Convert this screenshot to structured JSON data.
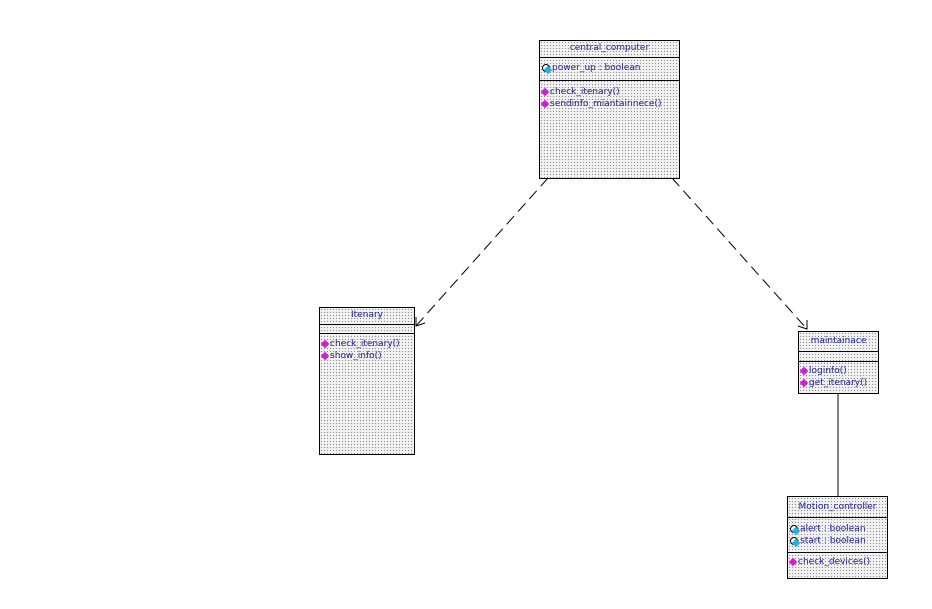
{
  "classes": {
    "central_computer": {
      "name": "central_computer",
      "attributes": [
        "power_up : boolean"
      ],
      "operations": [
        "check_itenary()",
        "sendinfo_miantainnece()"
      ]
    },
    "itenary": {
      "name": "Itenary",
      "operations": [
        "check_itenary()",
        "show_info()"
      ]
    },
    "maintainace": {
      "name": "maintainace",
      "operations": [
        "loginfo()",
        "get_itenary()"
      ]
    },
    "motion_controller": {
      "name": "Motion_controller",
      "attributes": [
        "alert : boolean",
        "start : boolean"
      ],
      "operations": [
        "check_devices()"
      ]
    }
  },
  "relations": [
    {
      "from": "central_computer",
      "to": "Itenary",
      "style": "dashed-dependency"
    },
    {
      "from": "central_computer",
      "to": "maintainace",
      "style": "dashed-dependency"
    },
    {
      "from": "maintainace",
      "to": "Motion_controller",
      "style": "association"
    }
  ],
  "colors": {
    "text": "#1e1e96",
    "operation_icon": "#d21ed2",
    "attribute_icon": "#1eb4dc",
    "class_fill": "#f1f1f1"
  }
}
